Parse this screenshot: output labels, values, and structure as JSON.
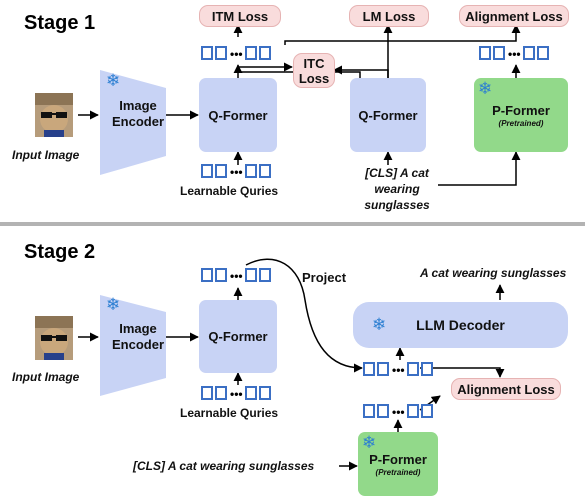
{
  "stage1": {
    "title": "Stage 1",
    "input_image_label": "Input Image",
    "image_encoder_label": "Image\nEncoder",
    "qformer_left_label": "Q-Former",
    "qformer_mid_label": "Q-Former",
    "pformer_label": "P-Former",
    "pformer_sub": "(Pretrained)",
    "learnable_queries_label": "Learnable Quries",
    "text_input_label": "[CLS] A cat\nwearing\nsunglasses",
    "itm_loss": "ITM Loss",
    "lm_loss": "LM Loss",
    "alignment_loss": "Alignment Loss",
    "itc_loss": "ITC\nLoss"
  },
  "stage2": {
    "title": "Stage 2",
    "input_image_label": "Input Image",
    "image_encoder_label": "Image\nEncoder",
    "qformer_label": "Q-Former",
    "learnable_queries_label": "Learnable Quries",
    "project_label": "Project",
    "llm_decoder_label": "LLM Decoder",
    "output_text": "A cat wearing sunglasses",
    "alignment_loss": "Alignment Loss",
    "pformer_label": "P-Former",
    "pformer_sub": "(Pretrained)",
    "text_input_label": "[CLS] A cat wearing sunglasses"
  },
  "icons": {
    "frozen": "snowflake-icon",
    "cat": "cat-with-sunglasses-image"
  },
  "colors": {
    "qformer": "#c8d3f5",
    "encoder": "#c8d3f5",
    "pformer": "#92d98a",
    "loss_fill": "#f9dcdc",
    "token_border": "#3b6fc4",
    "snowflake": "#2c7fd2",
    "separator": "#b3b3b3"
  }
}
